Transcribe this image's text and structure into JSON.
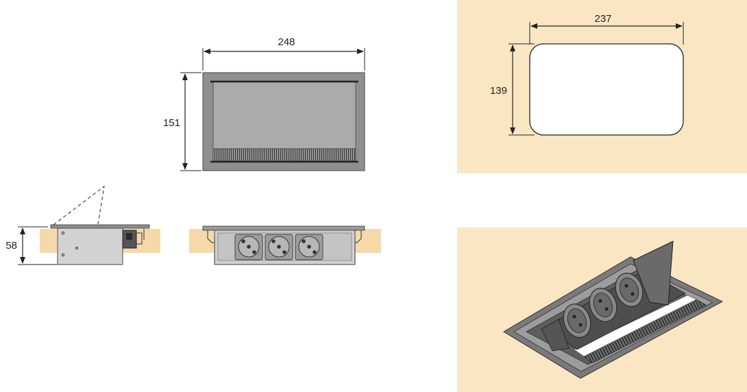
{
  "colors": {
    "panel_bg": "#fbe6c4",
    "wood": "#f5d9a8",
    "metal_dark": "#8a8a8a",
    "metal": "#b4b4b4",
    "line": "#222222"
  },
  "dimensions": {
    "top_view_width": "248",
    "top_view_height": "151",
    "side_depth": "58",
    "cutout_width": "237",
    "cutout_height": "139"
  },
  "icons": {
    "socket": "schuko-socket-icon"
  }
}
